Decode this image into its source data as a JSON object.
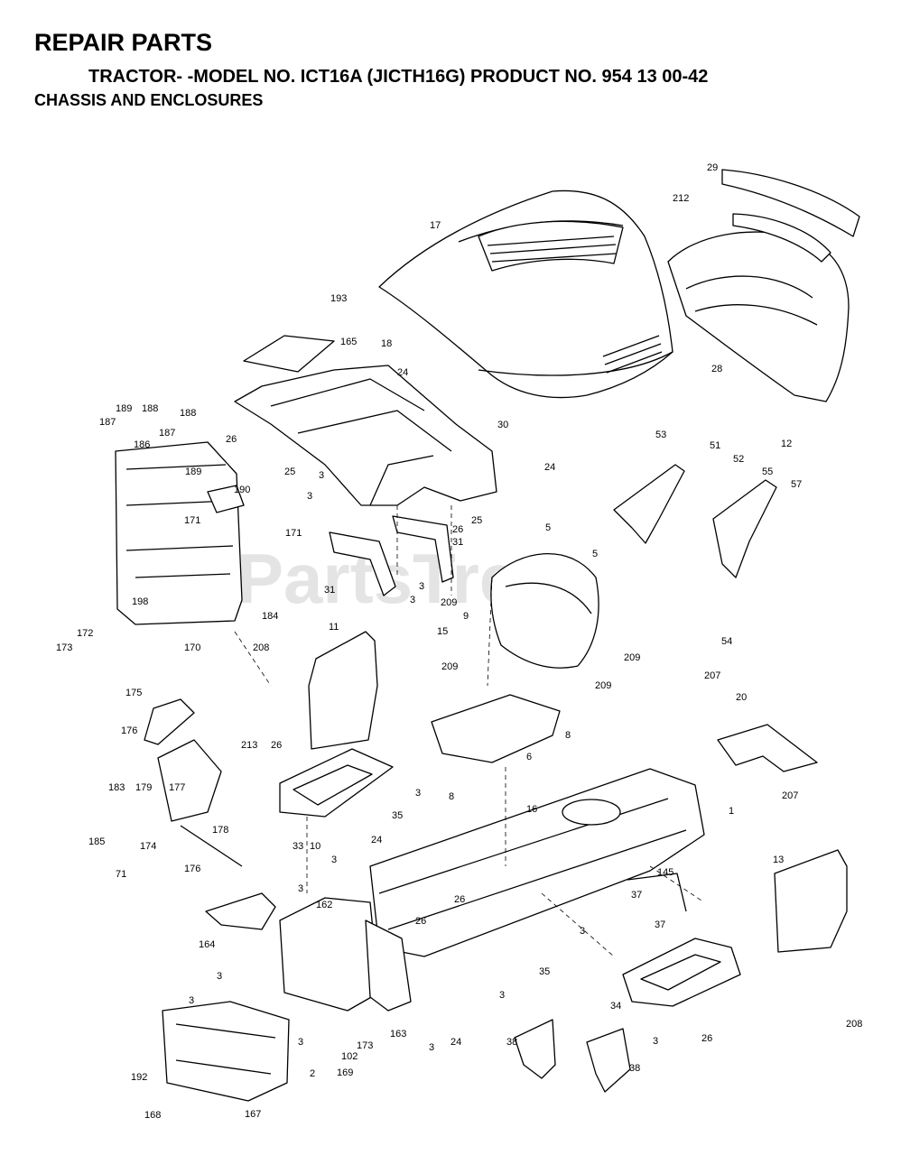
{
  "header": {
    "title": "REPAIR PARTS",
    "subtitle": "TRACTOR- -MODEL NO. ICT16A (JICTH16G) PRODUCT NO. 954 13 00-42",
    "section": "CHASSIS AND ENCLOSURES"
  },
  "watermark": "PartsTree",
  "callouts": {
    "c29": "29",
    "c212": "212",
    "c17": "17",
    "c18": "18",
    "c28": "28",
    "c12": "12",
    "c193": "193",
    "c165": "165",
    "c24a": "24",
    "c30": "30",
    "c24b": "24",
    "c189a": "189",
    "c188a": "188",
    "c188b": "188",
    "c187a": "187",
    "c187b": "187",
    "c186": "186",
    "c189b": "189",
    "c26a": "26",
    "c25a": "25",
    "c190": "190",
    "c3a": "3",
    "c3b": "3",
    "c26b": "26",
    "c25b": "25",
    "c53": "53",
    "c51": "51",
    "c52": "52",
    "c55": "55",
    "c57": "57",
    "c5a": "5",
    "c5b": "5",
    "c171a": "171",
    "c171b": "171",
    "c31a": "31",
    "c31b": "31",
    "c3c": "3",
    "c3d": "3",
    "c209a": "209",
    "c9": "9",
    "c198": "198",
    "c172": "172",
    "c173a": "173",
    "c184": "184",
    "c170": "170",
    "c15": "15",
    "c54": "54",
    "c11": "11",
    "c208a": "208",
    "c209b": "209",
    "c209c": "209",
    "c207a": "207",
    "c20": "20",
    "c175": "175",
    "c213": "213",
    "c176a": "176",
    "c26c": "26",
    "c8a": "8",
    "c8b": "8",
    "c6": "6",
    "c3e": "3",
    "c183": "183",
    "c179": "179",
    "c177": "177",
    "c207b": "207",
    "c16": "16",
    "c1": "1",
    "c35a": "35",
    "c185": "185",
    "c174": "174",
    "c178": "178",
    "c33": "33",
    "c10": "10",
    "c71": "71",
    "c176b": "176",
    "c24c": "24",
    "c3f": "3",
    "c13": "13",
    "c145": "145",
    "c26d": "26",
    "c37a": "37",
    "c3g": "3",
    "c162": "162",
    "c26e": "26",
    "c37b": "37",
    "c164": "164",
    "c3h": "3",
    "c3i": "3",
    "c35b": "35",
    "c34": "34",
    "c3j": "3",
    "c3k": "3",
    "c26f": "26",
    "c208b": "208",
    "c3l": "3",
    "c163": "163",
    "c3m": "3",
    "c24d": "24",
    "c173b": "173",
    "c102": "102",
    "c38a": "38",
    "c3n": "3",
    "c38b": "38",
    "c192": "192",
    "c169": "169",
    "c2": "2",
    "c168": "168",
    "c167": "167"
  }
}
